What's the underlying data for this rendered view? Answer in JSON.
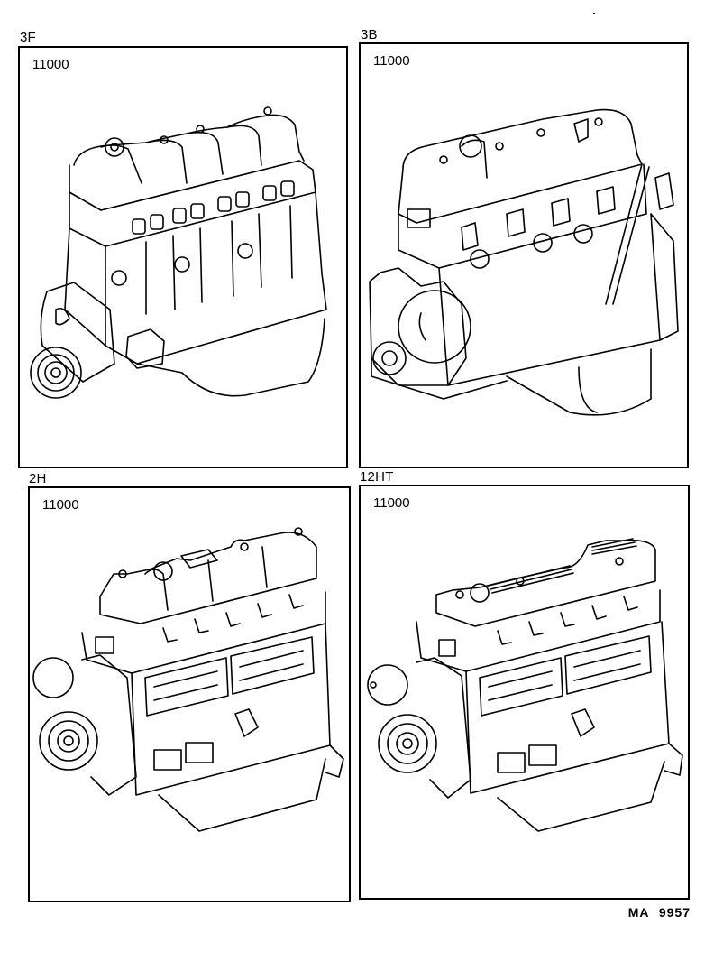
{
  "diagram": {
    "type": "parts-catalog-illustration",
    "reference_code": "MA 9957",
    "panels": [
      {
        "model": "3F",
        "part_number": "11000",
        "illustration": "engine-assembly-3f"
      },
      {
        "model": "3B",
        "part_number": "11000",
        "illustration": "engine-assembly-3b"
      },
      {
        "model": "2H",
        "part_number": "11000",
        "illustration": "engine-assembly-2h"
      },
      {
        "model": "12HT",
        "part_number": "11000",
        "illustration": "engine-assembly-12ht"
      }
    ]
  },
  "colors": {
    "line": "#000000",
    "background": "#ffffff"
  }
}
